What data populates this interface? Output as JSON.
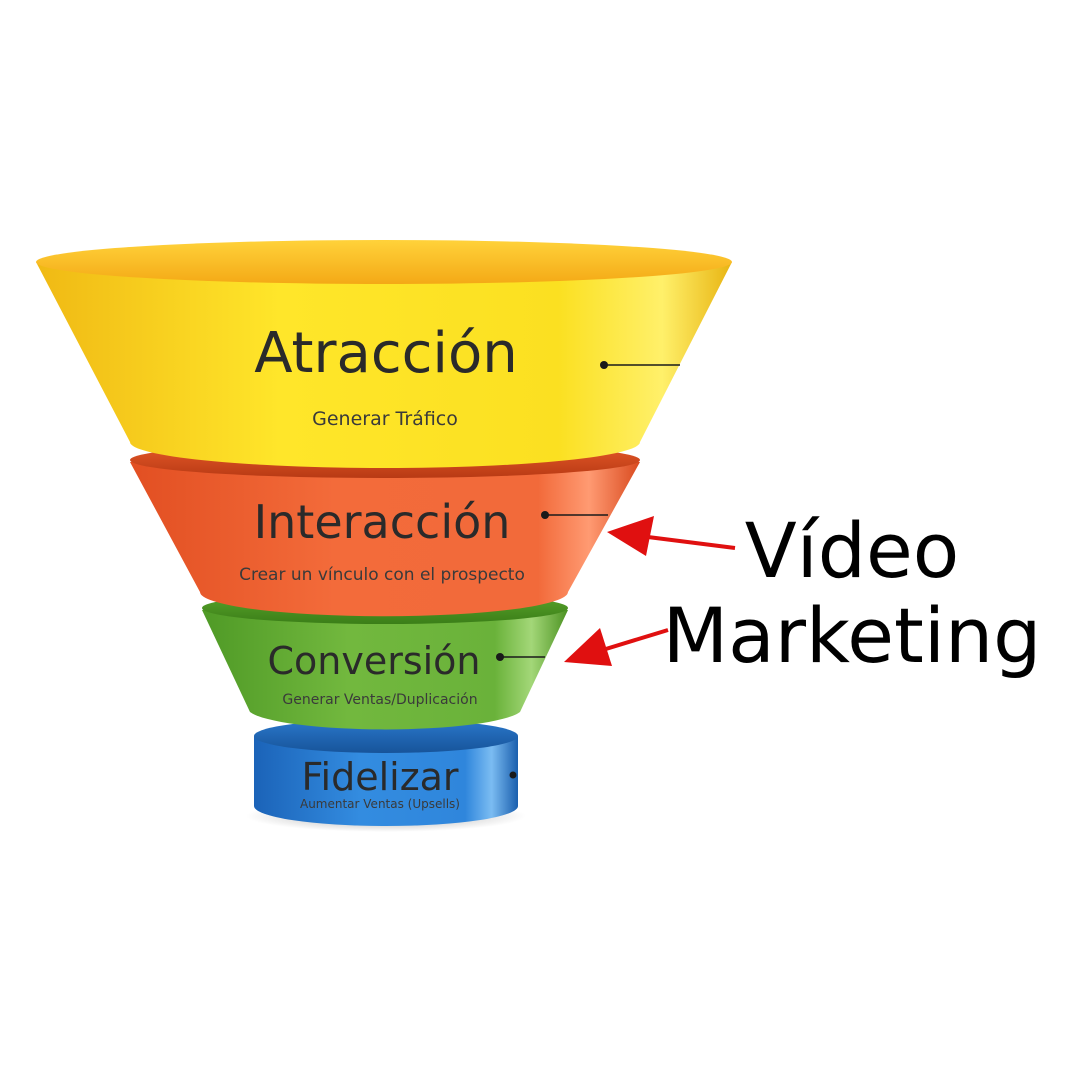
{
  "funnel": {
    "stages": [
      {
        "title": "Atracción",
        "subtitle": "Generar Tráfico",
        "color": "#f7d51c"
      },
      {
        "title": "Interacción",
        "subtitle": "Crear un vínculo con el prospecto",
        "color": "#f2693a"
      },
      {
        "title": "Conversión",
        "subtitle": "Generar Ventas/Duplicación",
        "color": "#6db33f"
      },
      {
        "title": "Fidelizar",
        "subtitle": "Aumentar Ventas (Upsells)",
        "color": "#2f86dc"
      }
    ]
  },
  "callout": {
    "line1": "Vídeo",
    "line2": "Marketing",
    "arrow_color": "#e01010",
    "arrow_icon": "red-arrow-icon"
  }
}
